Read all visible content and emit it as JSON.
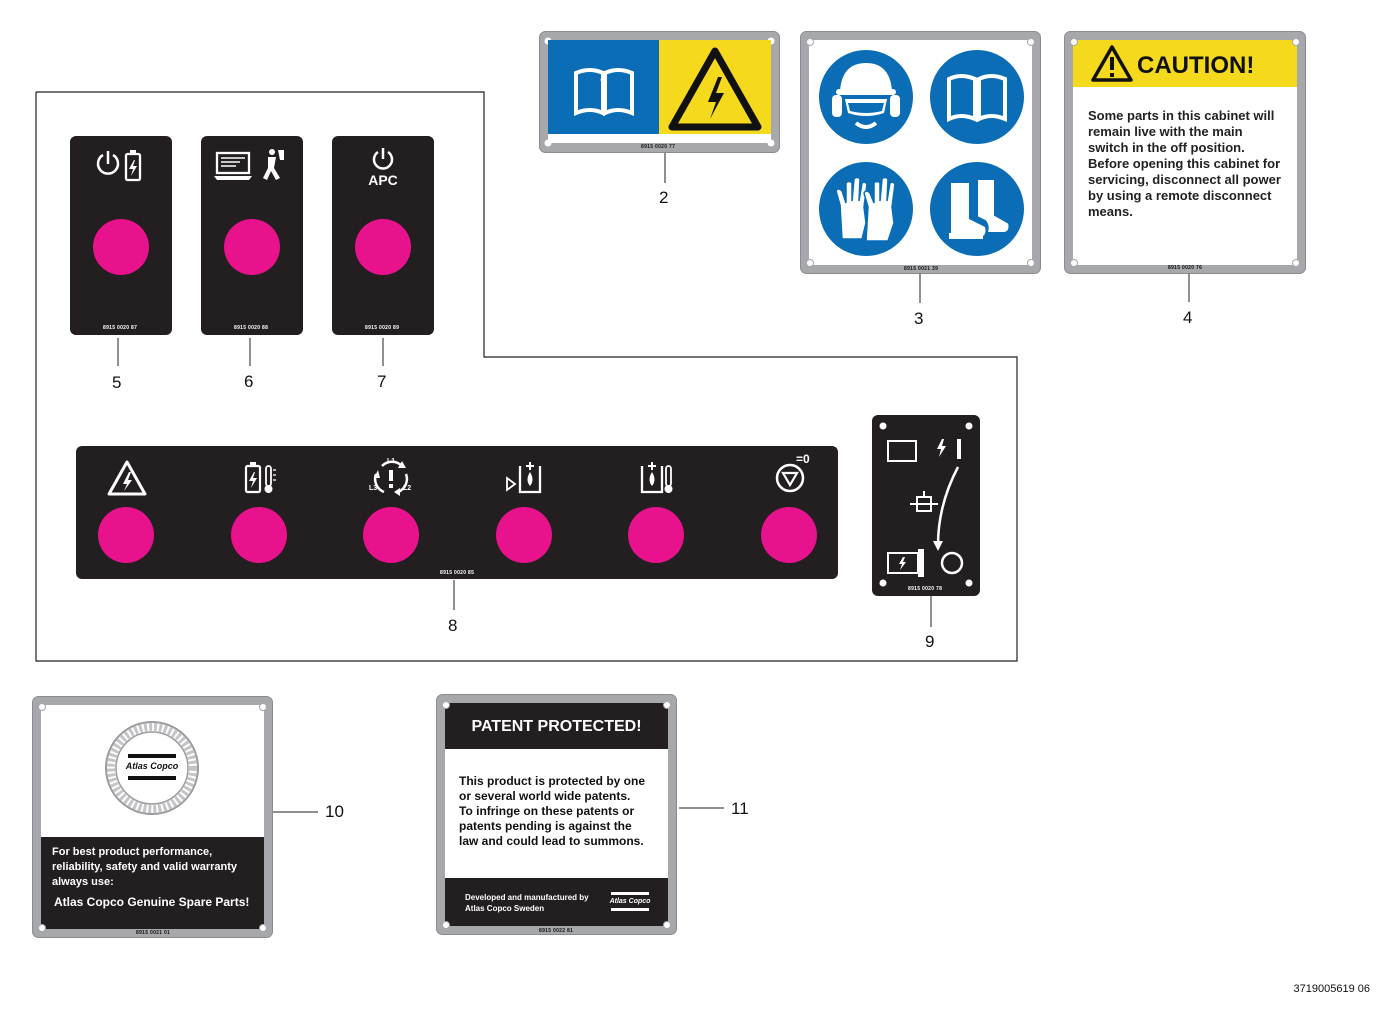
{
  "callouts": {
    "n2": "2",
    "n3": "3",
    "n4": "4",
    "n5": "5",
    "n6": "6",
    "n7": "7",
    "n8": "8",
    "n9": "9",
    "n10": "10",
    "n11": "11"
  },
  "part_numbers": {
    "p2": "8915 0020 77",
    "p3": "8915 0021 39",
    "p4": "8915 0020 76",
    "p5": "8915 0020 87",
    "p6": "8915 0020 88",
    "p7": "8915 0020 89",
    "p8": "8915 0020 85",
    "p9": "8915 0020 78",
    "p10": "8915 0021 01",
    "p11": "8915 0022 81"
  },
  "decal7": {
    "text": "APC"
  },
  "decal8": {
    "top_right_mark": "=0"
  },
  "decal4": {
    "title": "CAUTION!",
    "body": [
      "Some parts in this cabinet will",
      "remain live with the main",
      "switch in the off position.",
      "Before opening this cabinet for",
      "servicing, disconnect all power",
      "by using a remote disconnect",
      "means."
    ]
  },
  "decal10": {
    "seal_text": "GENUINE PARTS · PIEZAS ORIGINALES · ORIGINALTEILE · PIÈCES D'ORIGINE",
    "brand": "Atlas Copco",
    "body": [
      "For best product performance,",
      "reliability, safety and valid warranty",
      "always use:"
    ],
    "emphasis": "Atlas Copco Genuine Spare Parts!"
  },
  "decal11": {
    "title": "PATENT PROTECTED!",
    "body": [
      "This product is protected by one",
      "or several world wide patents.",
      "To infringe on these patents or",
      "patents pending is against the",
      "law and could lead to summons."
    ],
    "footer": [
      "Developed and manufactured by",
      "Atlas Copco Sweden"
    ],
    "brand": "Atlas Copco"
  },
  "document_id": "3719005619 06",
  "colors": {
    "decal_black": "#231f20",
    "button_magenta": "#e8128c",
    "sign_blue": "#0a6db5",
    "caution_yellow": "#f5d91d",
    "frame_gray": "#a6a8ab"
  }
}
